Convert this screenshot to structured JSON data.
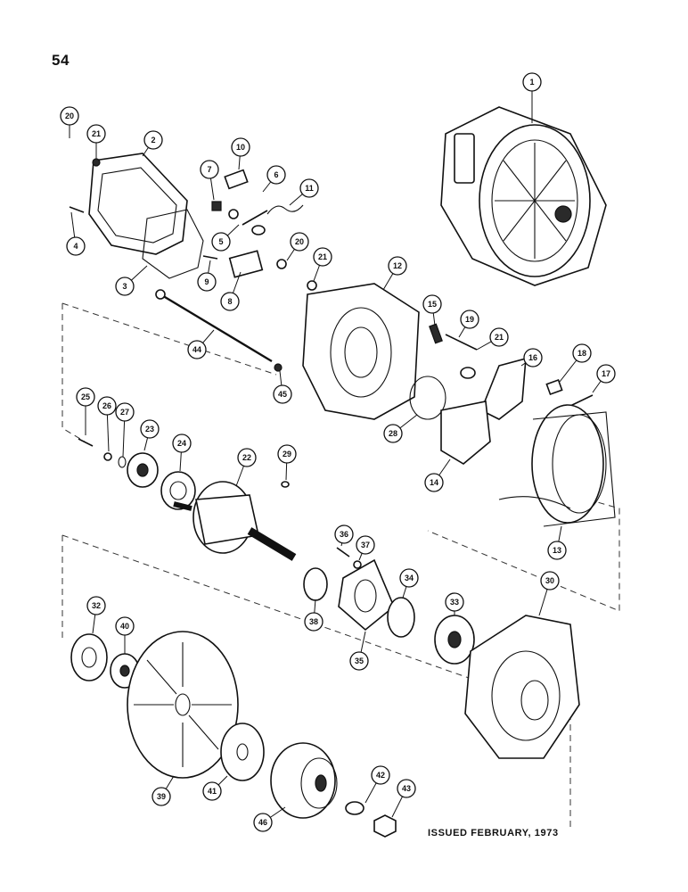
{
  "page_number": "54",
  "issued_note": "ISSUED FEBRUARY, 1973",
  "callouts": [
    "1",
    "2",
    "3",
    "4",
    "5",
    "6",
    "7",
    "8",
    "9",
    "10",
    "11",
    "12",
    "13",
    "14",
    "15",
    "16",
    "17",
    "18",
    "19",
    "20",
    "21",
    "22",
    "23",
    "24",
    "25",
    "26",
    "27",
    "28",
    "29",
    "30",
    "32",
    "33",
    "34",
    "35",
    "36",
    "37",
    "38",
    "39",
    "40",
    "41",
    "42",
    "43",
    "44",
    "45",
    "46"
  ]
}
